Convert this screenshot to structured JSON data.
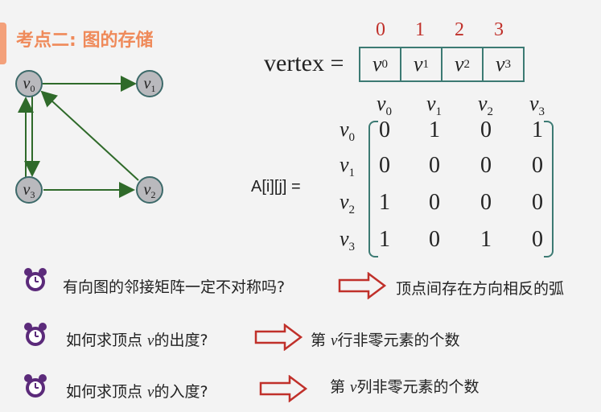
{
  "title": "考点二: 图的存储",
  "graph": {
    "nodes": [
      {
        "id": "v0",
        "letter": "v",
        "sub": "0"
      },
      {
        "id": "v1",
        "letter": "v",
        "sub": "1"
      },
      {
        "id": "v3",
        "letter": "v",
        "sub": "3"
      },
      {
        "id": "v2",
        "letter": "v",
        "sub": "2"
      }
    ],
    "edges": [
      [
        "v0",
        "v1"
      ],
      [
        "v0",
        "v3"
      ],
      [
        "v3",
        "v0"
      ],
      [
        "v3",
        "v2"
      ],
      [
        "v2",
        "v0"
      ]
    ]
  },
  "vertex": {
    "label": "vertex =",
    "indices": [
      "0",
      "1",
      "2",
      "3"
    ],
    "cells": [
      {
        "letter": "v",
        "sub": "0"
      },
      {
        "letter": "v",
        "sub": "1"
      },
      {
        "letter": "v",
        "sub": "2"
      },
      {
        "letter": "v",
        "sub": "3"
      }
    ]
  },
  "matrix": {
    "label": "A[i][j] =",
    "col_headers": [
      {
        "letter": "v",
        "sub": "0"
      },
      {
        "letter": "v",
        "sub": "1"
      },
      {
        "letter": "v",
        "sub": "2"
      },
      {
        "letter": "v",
        "sub": "3"
      }
    ],
    "row_headers": [
      {
        "letter": "v",
        "sub": "0"
      },
      {
        "letter": "v",
        "sub": "1"
      },
      {
        "letter": "v",
        "sub": "2"
      },
      {
        "letter": "v",
        "sub": "3"
      }
    ],
    "rows": [
      [
        "0",
        "1",
        "0",
        "1"
      ],
      [
        "0",
        "0",
        "0",
        "0"
      ],
      [
        "1",
        "0",
        "0",
        "0"
      ],
      [
        "1",
        "0",
        "1",
        "0"
      ]
    ]
  },
  "qa": [
    {
      "q": "有向图的邻接矩阵一定不对称吗?",
      "a": "顶点间存在方向相反的弧"
    },
    {
      "q_pre": "如何求顶点 ",
      "q_v": "v",
      "q_post": "的出度?",
      "a_pre": "第 ",
      "a_v": "v",
      "a_post": "行非零元素的个数"
    },
    {
      "q_pre": "如何求顶点 ",
      "q_v": "v",
      "q_post": "的入度?",
      "a_pre": "第 ",
      "a_v": "v",
      "a_post": "列非零元素的个数"
    }
  ],
  "colors": {
    "accent": "#ef8a5a",
    "edge": "#2f6a2a",
    "node_fill": "#b9b9bd",
    "index_red": "#c0302a",
    "box_teal": "#3c7a73",
    "icon_purple": "#5b2a7a",
    "arrow_red": "#c0302a"
  }
}
